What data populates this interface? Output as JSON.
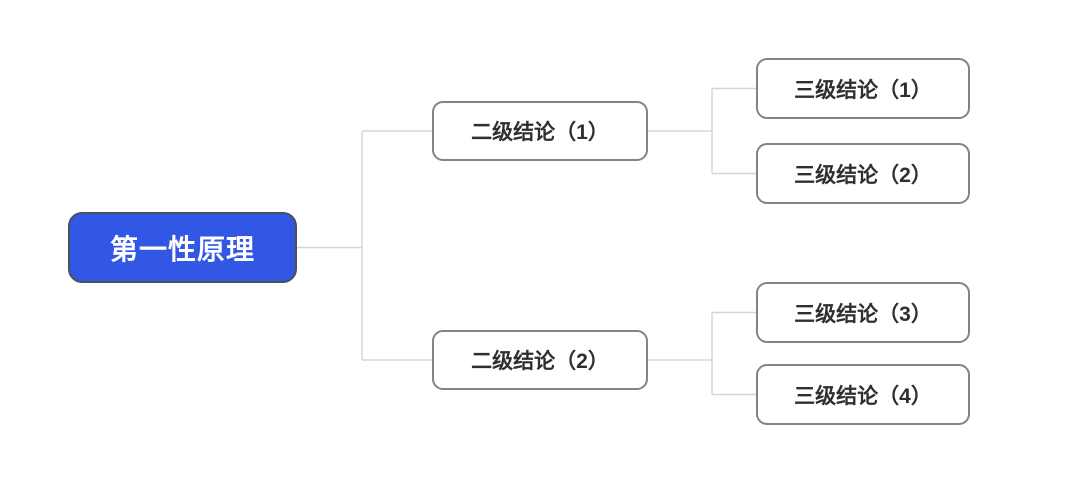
{
  "mindmap": {
    "root": {
      "label": "第一性原理"
    },
    "level2": [
      {
        "label": "二级结论（1）"
      },
      {
        "label": "二级结论（2）"
      }
    ],
    "level3": [
      {
        "label": "三级结论（1）"
      },
      {
        "label": "三级结论（2）"
      },
      {
        "label": "三级结论（3）"
      },
      {
        "label": "三级结论（4）"
      }
    ],
    "colors": {
      "canvas_bg": "#FFFFFF",
      "root_fill": "#3257E5",
      "root_text": "#FFFFFF",
      "root_border": "#49505E",
      "branch_fill": "#FFFFFF",
      "branch_text": "#2F2F2F",
      "branch_border": "#848484",
      "connector": "#D5D5D5"
    }
  }
}
